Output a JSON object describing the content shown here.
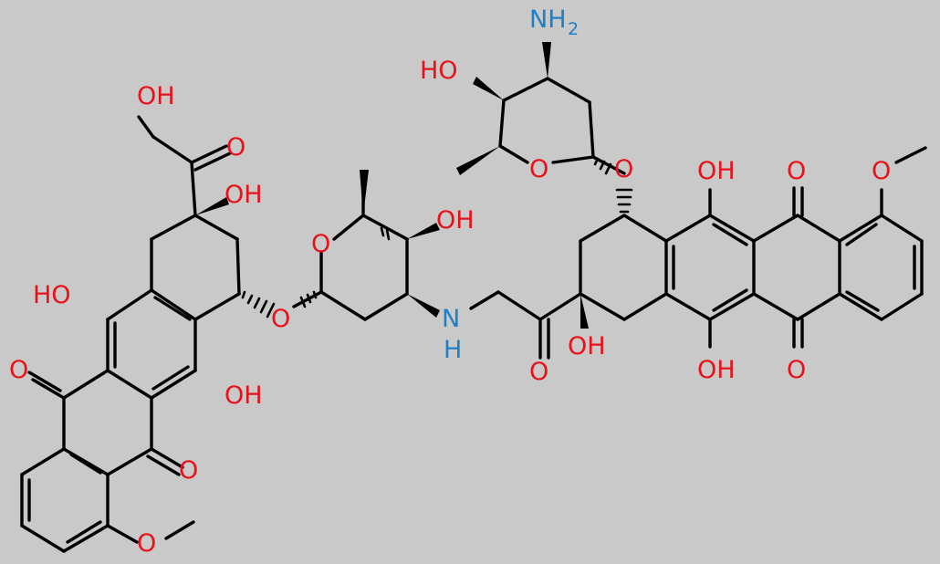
{
  "colors": {
    "background": "#c9c9c9",
    "bond": "#000000",
    "oxygen": "#e8121a",
    "nitrogen": "#1f7fc4"
  },
  "labels": [
    {
      "id": "oh-hydroxymethyl",
      "text": "OH",
      "color": "oxygen"
    },
    {
      "id": "o-ketone-left",
      "text": "O",
      "color": "oxygen"
    },
    {
      "id": "oh-c9-left",
      "text": "OH",
      "color": "oxygen"
    },
    {
      "id": "oh-c6-left",
      "text": "HO",
      "color": "oxygen"
    },
    {
      "id": "oh-c11-left",
      "text": "OH",
      "color": "oxygen"
    },
    {
      "id": "o-quinone-left-top",
      "text": "O",
      "color": "oxygen"
    },
    {
      "id": "o-quinone-left-bottom",
      "text": "O",
      "color": "oxygen"
    },
    {
      "id": "o-methoxy-left",
      "text": "O",
      "color": "oxygen"
    },
    {
      "id": "o-glycosidic-left",
      "text": "O",
      "color": "oxygen"
    },
    {
      "id": "o-ring-sugar-left",
      "text": "O",
      "color": "oxygen"
    },
    {
      "id": "oh-sugar-left",
      "text": "OH",
      "color": "oxygen"
    },
    {
      "id": "nh-linker-n",
      "text": "N",
      "color": "nitrogen"
    },
    {
      "id": "nh-linker-h",
      "text": "H",
      "color": "nitrogen"
    },
    {
      "id": "o-ketone-linker",
      "text": "O",
      "color": "oxygen"
    },
    {
      "id": "oh-c9-right",
      "text": "OH",
      "color": "oxygen"
    },
    {
      "id": "nh2-sugar-right",
      "text": "NH",
      "color": "nitrogen"
    },
    {
      "id": "nh2-subscript",
      "text": "2",
      "color": "nitrogen"
    },
    {
      "id": "oh-sugar-right",
      "text": "HO",
      "color": "oxygen"
    },
    {
      "id": "o-ring-sugar-right",
      "text": "O",
      "color": "oxygen"
    },
    {
      "id": "o-glycosidic-right",
      "text": "O",
      "color": "oxygen"
    },
    {
      "id": "oh-c6-right",
      "text": "OH",
      "color": "oxygen"
    },
    {
      "id": "oh-c11-right",
      "text": "OH",
      "color": "oxygen"
    },
    {
      "id": "o-quinone-right-top",
      "text": "O",
      "color": "oxygen"
    },
    {
      "id": "o-quinone-right-bottom",
      "text": "O",
      "color": "oxygen"
    },
    {
      "id": "o-methoxy-right",
      "text": "O",
      "color": "oxygen"
    }
  ]
}
